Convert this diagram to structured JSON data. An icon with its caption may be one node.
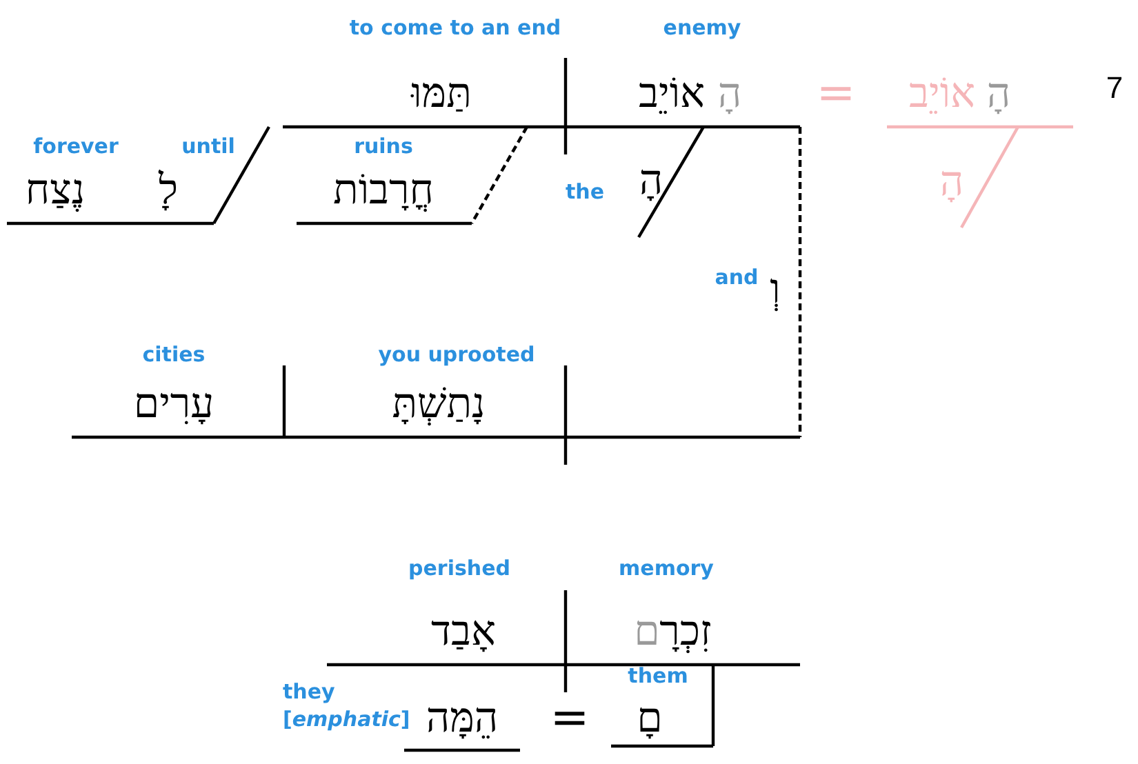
{
  "diagram": {
    "labels": [
      "to come to an end",
      "enemy",
      "תַּמּוּ",
      "אוֹיֵב",
      "הָ",
      "=",
      "אוֹיֵב",
      "הָ",
      "7",
      "forever",
      "until",
      "ruins",
      "נֶצַח",
      "לָ",
      "חֳרָבוֹת",
      "the",
      "הָ",
      "הָ",
      "and",
      "וְ",
      "cities",
      "you uprooted",
      "עָרִים",
      "נָתַשְׁתָּ",
      "perished",
      "memory",
      "אָבַד",
      "ם",
      "זִכְרָ",
      "them",
      "they [*emphatic*]",
      "הֵמָּה",
      "=",
      "םָ"
    ]
  }
}
